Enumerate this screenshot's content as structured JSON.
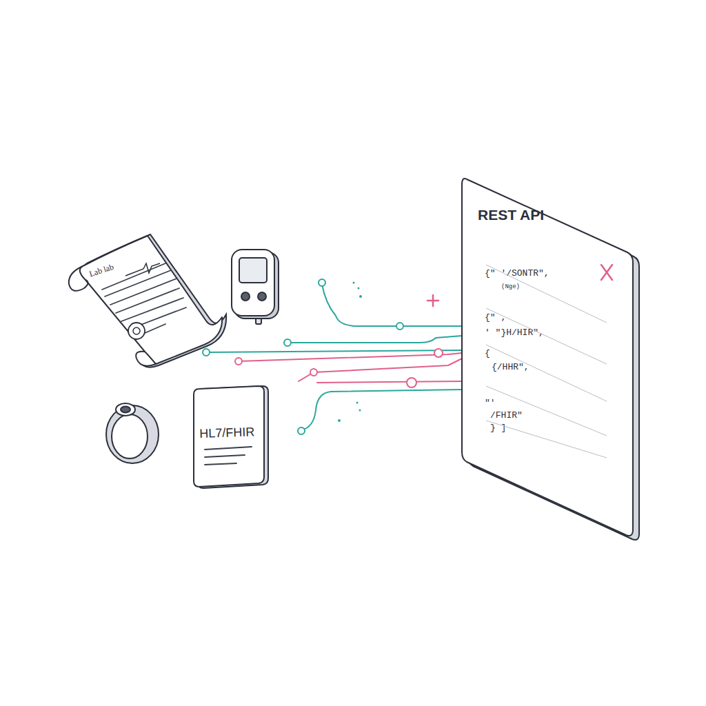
{
  "diagram": {
    "nodes": [
      {
        "text": [
          "Lab lab"
        ]
      },
      {
        "text": [
          "HL7/FHIR"
        ]
      },
      {
        "text": [
          "REST API",
          "{\" '/SONTR\",",
          "(Nge)",
          "{\" ,",
          "' \"}H/HIR\",",
          "{",
          "{/HHR\",",
          "\"'",
          "/FHIR\"",
          "}   ]"
        ]
      }
    ]
  }
}
